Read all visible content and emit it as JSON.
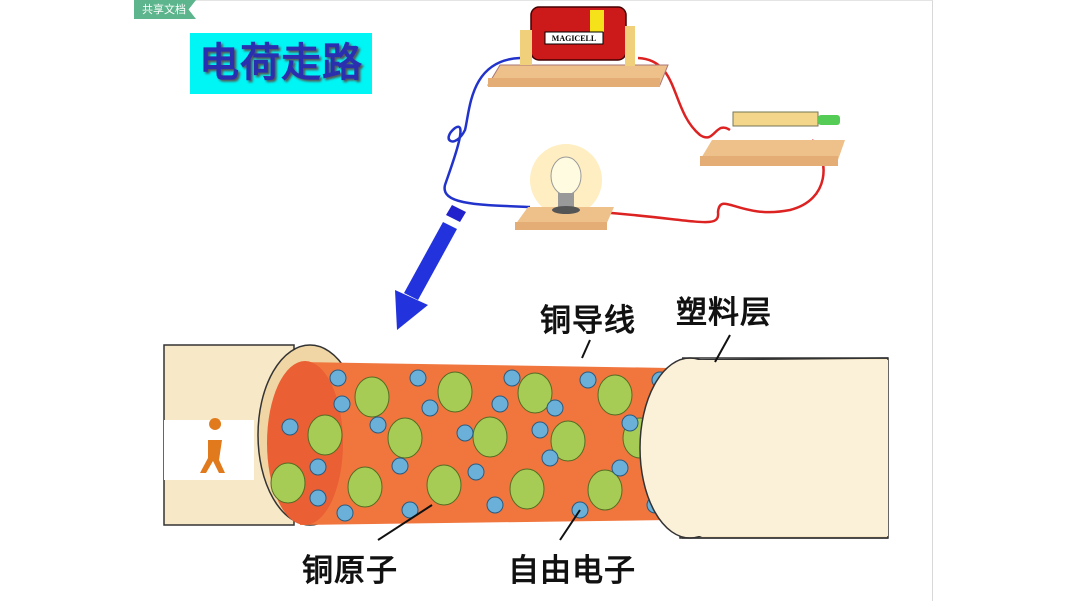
{
  "badge": "共享文档",
  "title": "电荷走路",
  "battery_label": "MAGICELL",
  "labels": {
    "copper_wire": "铜导线",
    "plastic_layer": "塑料层",
    "copper_atom": "铜原子",
    "free_electron": "自由电子"
  },
  "colors": {
    "title_bg": "#00f5f5",
    "title_text": "#2a2fb0",
    "badge": "#5cb58c"
  }
}
